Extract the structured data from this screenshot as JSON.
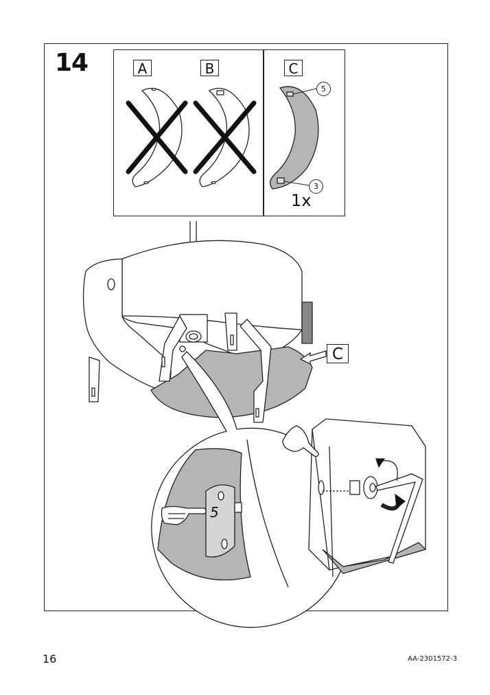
{
  "step": {
    "number": "14"
  },
  "options": [
    {
      "label": "A",
      "status": "incorrect"
    },
    {
      "label": "B",
      "status": "incorrect"
    },
    {
      "label": "C",
      "status": "correct",
      "quantity": "1x",
      "callouts": [
        "5",
        "3"
      ]
    }
  ],
  "main_callout": {
    "label": "C"
  },
  "detail": {
    "part_label": "5"
  },
  "footer": {
    "page_number": "16",
    "document_code": "AA-2301572-3"
  },
  "colors": {
    "line": "#222222",
    "shade": "#b5b5b5",
    "light_shade": "#d4d4d4"
  }
}
